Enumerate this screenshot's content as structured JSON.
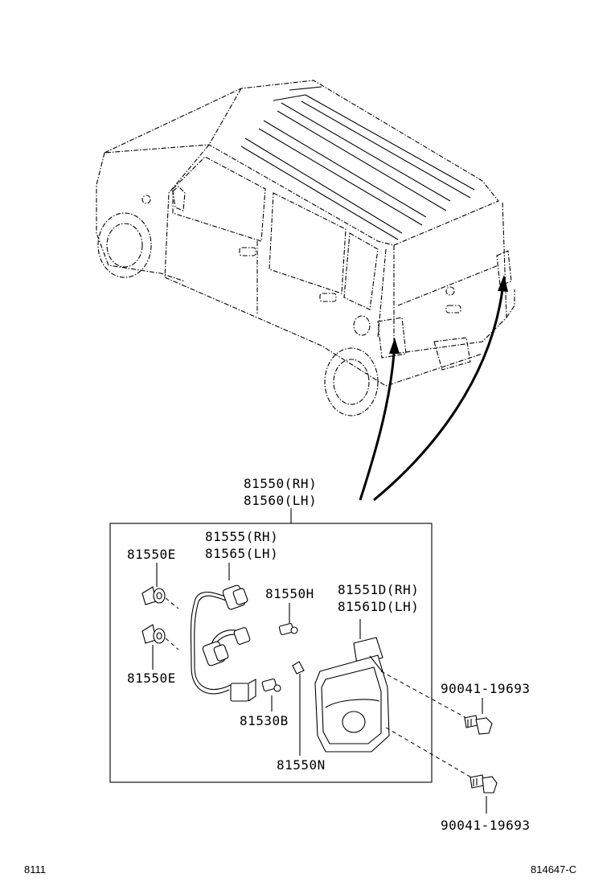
{
  "labels": {
    "assy_rh": "81550(RH)",
    "assy_lh": "81560(LH)",
    "socket_rh": "81555(RH)",
    "socket_lh": "81565(LH)",
    "part_e_top": "81550E",
    "part_e_bottom": "81550E",
    "part_h": "81550H",
    "lens_rh": "81551D(RH)",
    "lens_lh": "81561D(LH)",
    "part_b": "81530B",
    "part_n": "81550N",
    "bolt_top": "90041-19693",
    "bolt_bottom": "90041-19693"
  },
  "footer": {
    "left_code": "8111",
    "right_code": "814647-C"
  }
}
